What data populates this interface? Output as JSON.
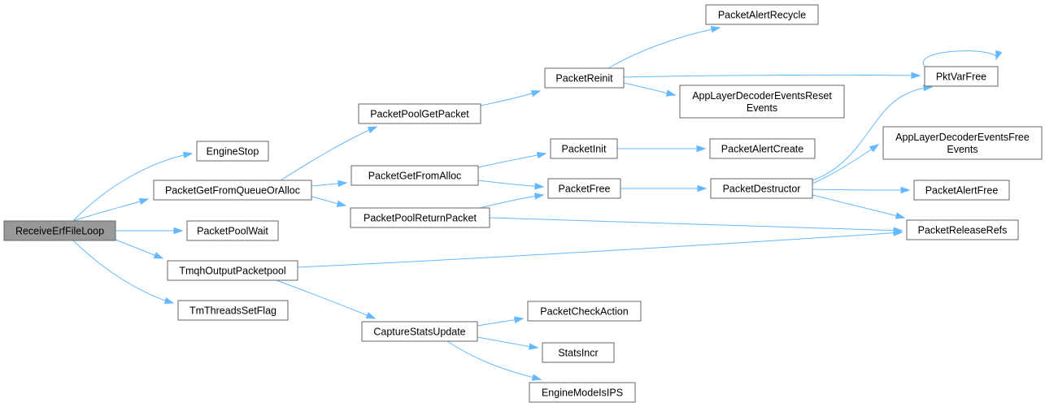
{
  "graph": {
    "edge_color": "#63b8ff",
    "node_border": "#666666",
    "root_fill": "#999999",
    "nodes": [
      {
        "id": "n0",
        "label": "ReceiveErfFileLoop",
        "root": true
      },
      {
        "id": "n1",
        "label": "EngineStop"
      },
      {
        "id": "n2",
        "label": "PacketGetFromQueueOrAlloc"
      },
      {
        "id": "n3",
        "label": "PacketPoolWait"
      },
      {
        "id": "n4",
        "label": "TmqhOutputPacketpool"
      },
      {
        "id": "n5",
        "label": "TmThreadsSetFlag"
      },
      {
        "id": "n6",
        "label": "PacketPoolGetPacket"
      },
      {
        "id": "n7",
        "label": "PacketGetFromAlloc"
      },
      {
        "id": "n8",
        "label": "PacketPoolReturnPacket"
      },
      {
        "id": "n9",
        "label": "CaptureStatsUpdate"
      },
      {
        "id": "n10",
        "label": "PacketReinit"
      },
      {
        "id": "n11",
        "label": "PacketInit"
      },
      {
        "id": "n12",
        "label": "PacketFree"
      },
      {
        "id": "n13",
        "label": "PacketCheckAction"
      },
      {
        "id": "n14",
        "label": "StatsIncr"
      },
      {
        "id": "n15",
        "label": "EngineModeIsIPS"
      },
      {
        "id": "n16",
        "label": "PacketAlertRecycle"
      },
      {
        "id": "n17",
        "label": "AppLayerDecoderEventsReset\nEvents"
      },
      {
        "id": "n18",
        "label": "PacketAlertCreate"
      },
      {
        "id": "n19",
        "label": "PacketDestructor"
      },
      {
        "id": "n20",
        "label": "PktVarFree"
      },
      {
        "id": "n21",
        "label": "AppLayerDecoderEventsFree\nEvents"
      },
      {
        "id": "n22",
        "label": "PacketAlertFree"
      },
      {
        "id": "n23",
        "label": "PacketReleaseRefs"
      }
    ],
    "edges": [
      {
        "from": "n0",
        "to": "n1"
      },
      {
        "from": "n0",
        "to": "n2"
      },
      {
        "from": "n0",
        "to": "n3"
      },
      {
        "from": "n0",
        "to": "n4"
      },
      {
        "from": "n0",
        "to": "n5"
      },
      {
        "from": "n2",
        "to": "n6"
      },
      {
        "from": "n2",
        "to": "n7"
      },
      {
        "from": "n2",
        "to": "n8"
      },
      {
        "from": "n4",
        "to": "n9"
      },
      {
        "from": "n4",
        "to": "n23"
      },
      {
        "from": "n6",
        "to": "n10"
      },
      {
        "from": "n7",
        "to": "n11"
      },
      {
        "from": "n7",
        "to": "n12"
      },
      {
        "from": "n8",
        "to": "n12"
      },
      {
        "from": "n8",
        "to": "n23"
      },
      {
        "from": "n9",
        "to": "n13"
      },
      {
        "from": "n9",
        "to": "n14"
      },
      {
        "from": "n9",
        "to": "n15"
      },
      {
        "from": "n10",
        "to": "n16"
      },
      {
        "from": "n10",
        "to": "n20"
      },
      {
        "from": "n10",
        "to": "n17"
      },
      {
        "from": "n11",
        "to": "n18"
      },
      {
        "from": "n12",
        "to": "n19"
      },
      {
        "from": "n19",
        "to": "n20"
      },
      {
        "from": "n19",
        "to": "n21"
      },
      {
        "from": "n19",
        "to": "n22"
      },
      {
        "from": "n19",
        "to": "n23"
      },
      {
        "from": "n20",
        "to": "n20"
      }
    ]
  }
}
